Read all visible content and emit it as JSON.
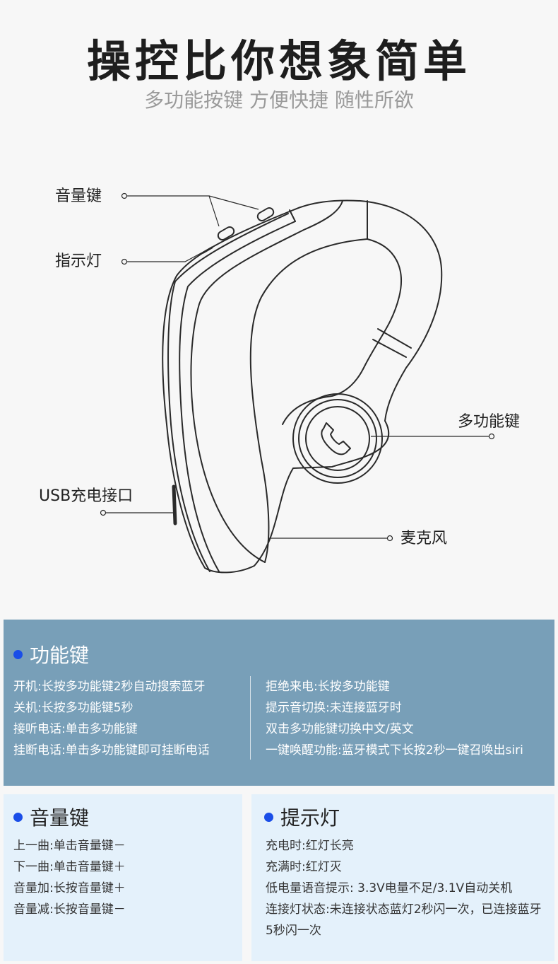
{
  "header": {
    "title": "操控比你想象简单",
    "subtitle": "多功能按键 方便快捷 随性所欲"
  },
  "callouts": {
    "volume_key": "音量键",
    "indicator": "指示灯",
    "usb_port": "USB充电接口",
    "multi_key": "多功能键",
    "microphone": "麦克风"
  },
  "function_key": {
    "title": "功能键",
    "left": [
      "开机:长按多功能键2秒自动搜索蓝牙",
      "关机:长按多功能键5秒",
      "接听电话:单击多功能键",
      "挂断电话:单击多功能键即可挂断电话"
    ],
    "right": [
      "拒绝来电:长按多功能键",
      "提示音切换:未连接蓝牙时",
      "双击多功能键切换中文/英文",
      "一键唤醒功能:蓝牙模式下长按2秒一键召唤出siri"
    ]
  },
  "volume_key": {
    "title": "音量键",
    "items": [
      "上一曲:单击音量键－",
      "下一曲:单击音量键＋",
      "音量加:长按音量键＋",
      "音量减:长按音量键－"
    ]
  },
  "indicator": {
    "title": "提示灯",
    "items": [
      "充电时:红灯长亮",
      "充满时:红灯灭",
      "低电量语音提示: 3.3V电量不足/3.1V自动关机",
      "连接灯状态:未连接状态蓝灯2秒闪一次，已连接蓝牙5秒闪一次"
    ]
  },
  "colors": {
    "accent_dot": "#1a4ee8",
    "top_panel": "#789fb8",
    "light_panel": "#e4f1fb"
  },
  "icons": {
    "multi_key": "phone-icon"
  }
}
